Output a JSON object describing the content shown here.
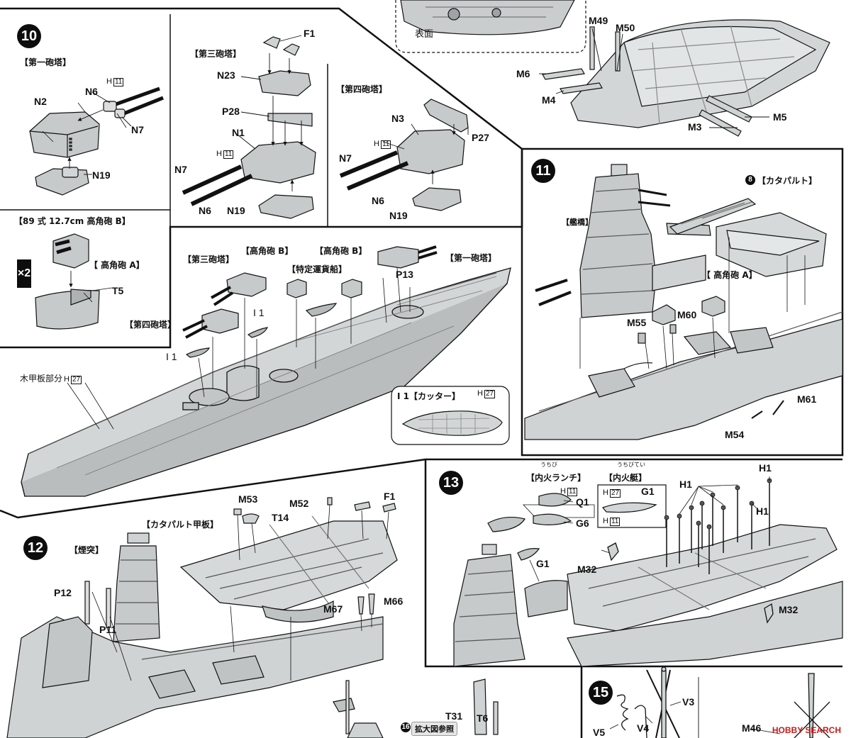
{
  "step_numbers": {
    "s10": "10",
    "s11": "11",
    "s12": "12",
    "s13": "13",
    "s15": "15",
    "ref8": "8",
    "ref16": "16"
  },
  "step10": {
    "turret1_header": "【第一砲塔】",
    "turret3_header": "【第三砲塔】",
    "turret4_header": "【第四砲塔】",
    "aa_gun_header": "【89 式 12.7cm 高角砲 B】",
    "aa_gun_a_label": "【 高角砲 A】",
    "multiplier": "×2",
    "parts": {
      "N6a": "N6",
      "N2": "N2",
      "N7a": "N7",
      "N19a": "N19",
      "F1": "F1",
      "N23": "N23",
      "P28": "P28",
      "N1": "N1",
      "N7b": "N7",
      "N6b": "N6",
      "N19b": "N19",
      "N3": "N3",
      "P27": "P27",
      "N7c": "N7",
      "N6c": "N6",
      "N19c": "N19",
      "T5": "T5"
    },
    "h_refs": {
      "h1": "11",
      "h2": "11",
      "h3": "11"
    },
    "h_letter": "H"
  },
  "step_top": {
    "surface_label": "表面",
    "parts": {
      "M49": "M49",
      "M50": "M50",
      "M6": "M6",
      "M4": "M4",
      "M5": "M5",
      "M3": "M3"
    }
  },
  "hull_assembly": {
    "labels": {
      "turret3": "【第三砲塔】",
      "aa_b1": "【高角砲 B】",
      "aa_b2": "【高角砲 B】",
      "turret1": "【第一砲塔】",
      "cargo_boat": "【特定運貨船】",
      "turret4": "【第四砲塔】",
      "I1a": "I 1",
      "I1b": "I 1",
      "P13": "P13",
      "wood_deck": "木甲板部分",
      "wood_deck_h": "27"
    },
    "cutter_box": {
      "title": "I 1【カッター】",
      "h_ref": "27"
    }
  },
  "step11": {
    "bridge": "【艦橋】",
    "catapult": "【カタパルト】",
    "aa_a": "【 高角砲 A】",
    "parts": {
      "M55": "M55",
      "M60": "M60",
      "M61": "M61",
      "M54": "M54"
    }
  },
  "step12": {
    "funnel": "【煙突】",
    "catapult_deck": "【カタパルト甲板】",
    "parts": {
      "M53": "M53",
      "T14": "T14",
      "M52": "M52",
      "F1": "F1",
      "P12": "P12",
      "P11": "P11",
      "M67": "M67",
      "M66": "M66",
      "T31": "T31",
      "T6": "T6"
    },
    "ref_note": "拡大図参照"
  },
  "step13": {
    "launch_ruby": "うちび",
    "launch": "【内火ランチ】",
    "launch_h": "11",
    "boat_ruby": "うちびてい",
    "boat": "【内火艇】",
    "boat_h1": "27",
    "boat_h2": "11",
    "parts": {
      "Q1": "Q1",
      "G6": "G6",
      "G1a": "G1",
      "G1b": "G1",
      "H1a": "H1",
      "H1b": "H1",
      "H1c": "H1",
      "M32a": "M32",
      "M32b": "M32"
    }
  },
  "step15": {
    "parts": {
      "V3": "V3",
      "V4": "V4",
      "V5": "V5",
      "M46": "M46"
    }
  },
  "watermark": "HOBBY SEARCH",
  "colors": {
    "hull": "#cfd3d4",
    "line": "#111111",
    "deck": "#dcdfe0",
    "dark": "#555a5c"
  }
}
